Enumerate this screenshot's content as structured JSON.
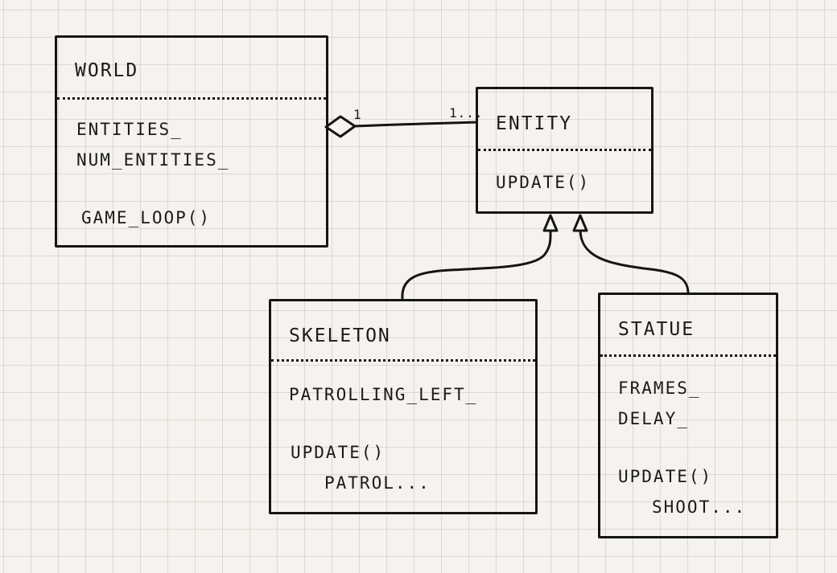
{
  "classes": {
    "world": {
      "name": "WORLD",
      "attributes": [
        "ENTITIES_",
        "NUM_ENTITIES_"
      ],
      "methods": [
        "GAME_LOOP()"
      ]
    },
    "entity": {
      "name": "ENTITY",
      "attributes": [],
      "methods": [
        "UPDATE()"
      ]
    },
    "skeleton": {
      "name": "SKELETON",
      "attributes": [
        "PATROLLING_LEFT_"
      ],
      "methods": [
        "UPDATE()",
        "PATROL..."
      ]
    },
    "statue": {
      "name": "STATUE",
      "attributes": [
        "FRAMES_",
        "DELAY_"
      ],
      "methods": [
        "UPDATE()",
        "SHOOT..."
      ]
    }
  },
  "relations": {
    "aggregation": {
      "from": "WORLD",
      "to": "ENTITY",
      "multiplicity_from": "1",
      "multiplicity_to": "1..."
    },
    "inheritance": [
      {
        "child": "SKELETON",
        "parent": "ENTITY"
      },
      {
        "child": "STATUE",
        "parent": "ENTITY"
      }
    ]
  }
}
